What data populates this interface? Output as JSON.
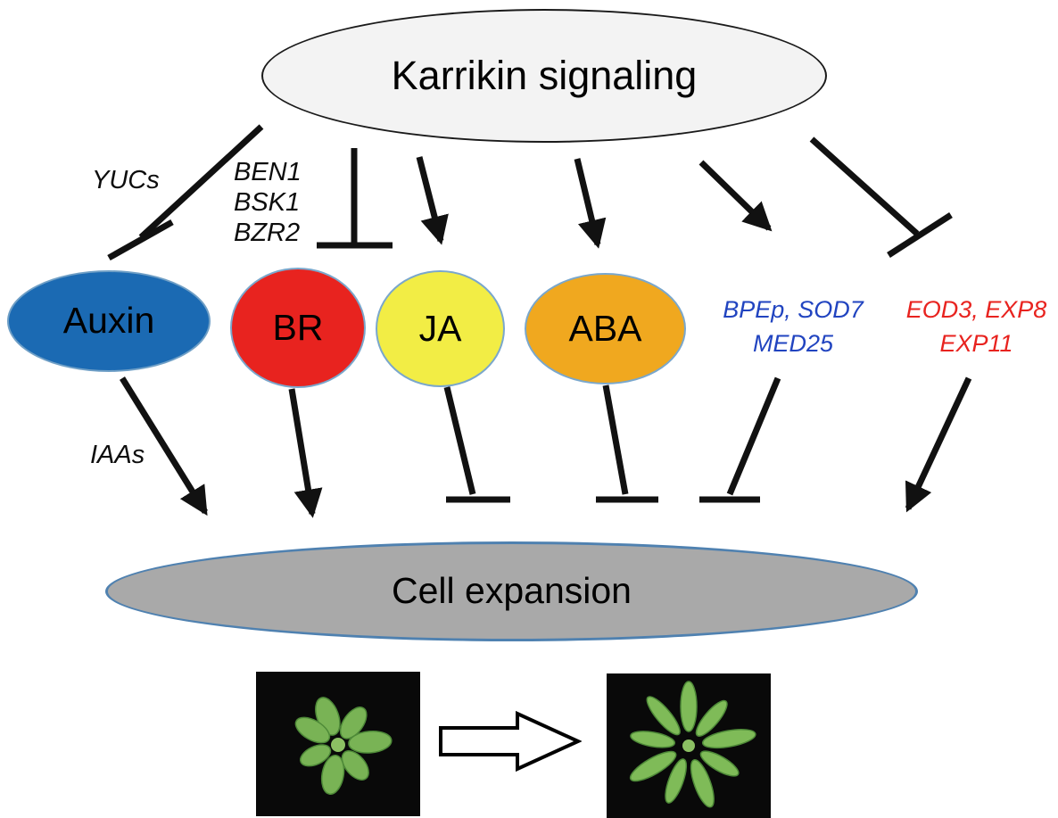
{
  "title": "Karrikin signaling",
  "nodes": {
    "karrikin": {
      "label": "Karrikin signaling",
      "fill": "#f3f3f3"
    },
    "auxin": {
      "label": "Auxin",
      "fill": "#1b6ab3"
    },
    "br": {
      "label": "BR",
      "fill": "#e8231f"
    },
    "ja": {
      "label": "JA",
      "fill": "#f2ed45"
    },
    "aba": {
      "label": "ABA",
      "fill": "#f0a81f"
    },
    "cell_expansion": {
      "label": "Cell expansion",
      "fill": "#a9a9a9",
      "border": "#4f81b0"
    }
  },
  "labels": {
    "yucs": "YUCs",
    "ben1": "BEN1",
    "bsk1": "BSK1",
    "bzr2": "BZR2",
    "iaas": "IAAs",
    "bpep_sod7": "BPEp, SOD7",
    "med25": "MED25",
    "eod3_exp8": "EOD3, EXP8",
    "exp11": "EXP11"
  },
  "text_colors": {
    "blue_gene_text": "#2144c0",
    "red_gene_text": "#e8231f",
    "arrow_color": "#111111"
  },
  "edges": [
    {
      "from": "Karrikin signaling",
      "to": "Auxin",
      "type": "inhibition",
      "via": "YUCs"
    },
    {
      "from": "Karrikin signaling",
      "to": "BR",
      "type": "inhibition",
      "via": "BEN1, BSK1, BZR2"
    },
    {
      "from": "Karrikin signaling",
      "to": "JA",
      "type": "activation"
    },
    {
      "from": "Karrikin signaling",
      "to": "ABA",
      "type": "activation"
    },
    {
      "from": "Karrikin signaling",
      "to": "BPEp, SOD7, MED25",
      "type": "activation"
    },
    {
      "from": "Karrikin signaling",
      "to": "EOD3, EXP8, EXP11",
      "type": "inhibition"
    },
    {
      "from": "Auxin",
      "to": "Cell expansion",
      "type": "activation",
      "via": "IAAs"
    },
    {
      "from": "BR",
      "to": "Cell expansion",
      "type": "activation"
    },
    {
      "from": "JA",
      "to": "Cell expansion",
      "type": "inhibition"
    },
    {
      "from": "ABA",
      "to": "Cell expansion",
      "type": "inhibition"
    },
    {
      "from": "BPEp, SOD7, MED25",
      "to": "Cell expansion",
      "type": "inhibition"
    },
    {
      "from": "EOD3, EXP8, EXP11",
      "to": "Cell expansion",
      "type": "activation"
    }
  ],
  "icons": {
    "transition_arrow": "block-right-arrow",
    "photo_left": "small-rosette-seedling",
    "photo_right": "large-rosette-seedling"
  }
}
